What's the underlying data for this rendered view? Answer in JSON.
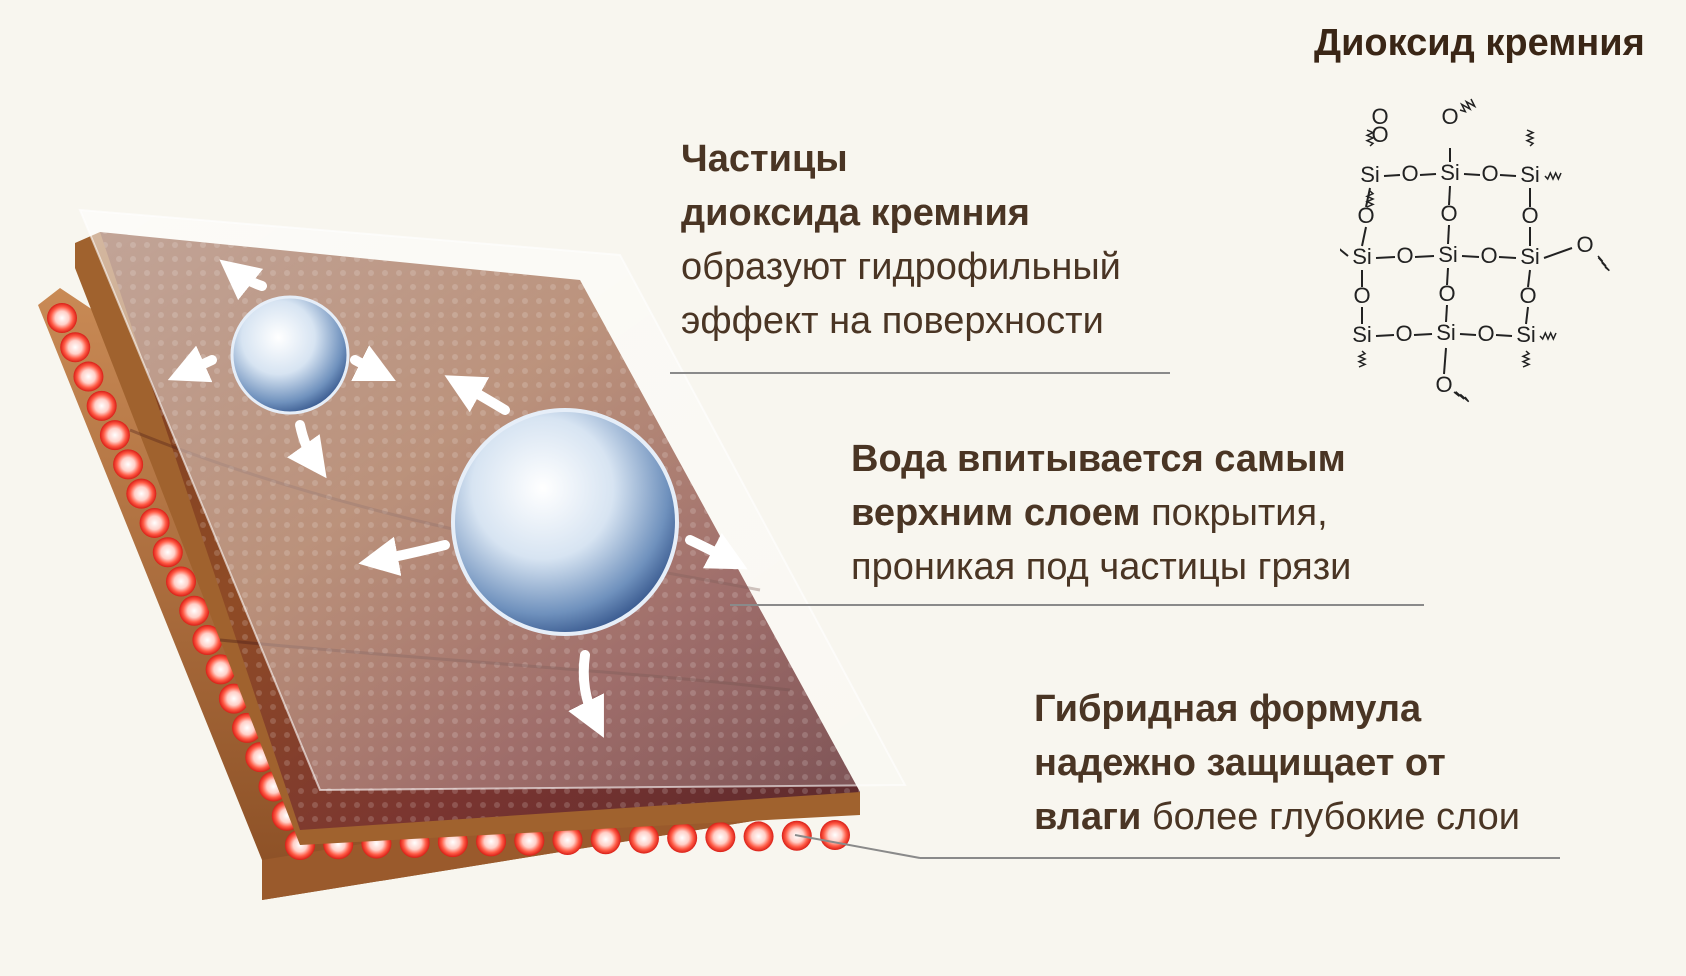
{
  "title": "Диоксид кремния",
  "callouts": [
    {
      "bold": "Частицы",
      "bold2": "диоксида кремния",
      "normal1": "образуют гидрофильный",
      "normal2": "эффект на поверхности"
    },
    {
      "bold1": "Вода впитывается самым",
      "bold2": "верхним слоем",
      "normal2": " покрытия,",
      "normal3": "проникая под частицы грязи"
    },
    {
      "bold1": "Гибридная формула",
      "bold2": "надежно защищает от",
      "bold3": "влаги",
      "normal3": " более глубокие слои"
    }
  ],
  "molecule": {
    "si_label": "Si",
    "o_label": "O"
  },
  "colors": {
    "text": "#4a3524",
    "wood": "#8b4a2a",
    "red_beads": "#e8322a",
    "background": "#f8f6ef"
  }
}
